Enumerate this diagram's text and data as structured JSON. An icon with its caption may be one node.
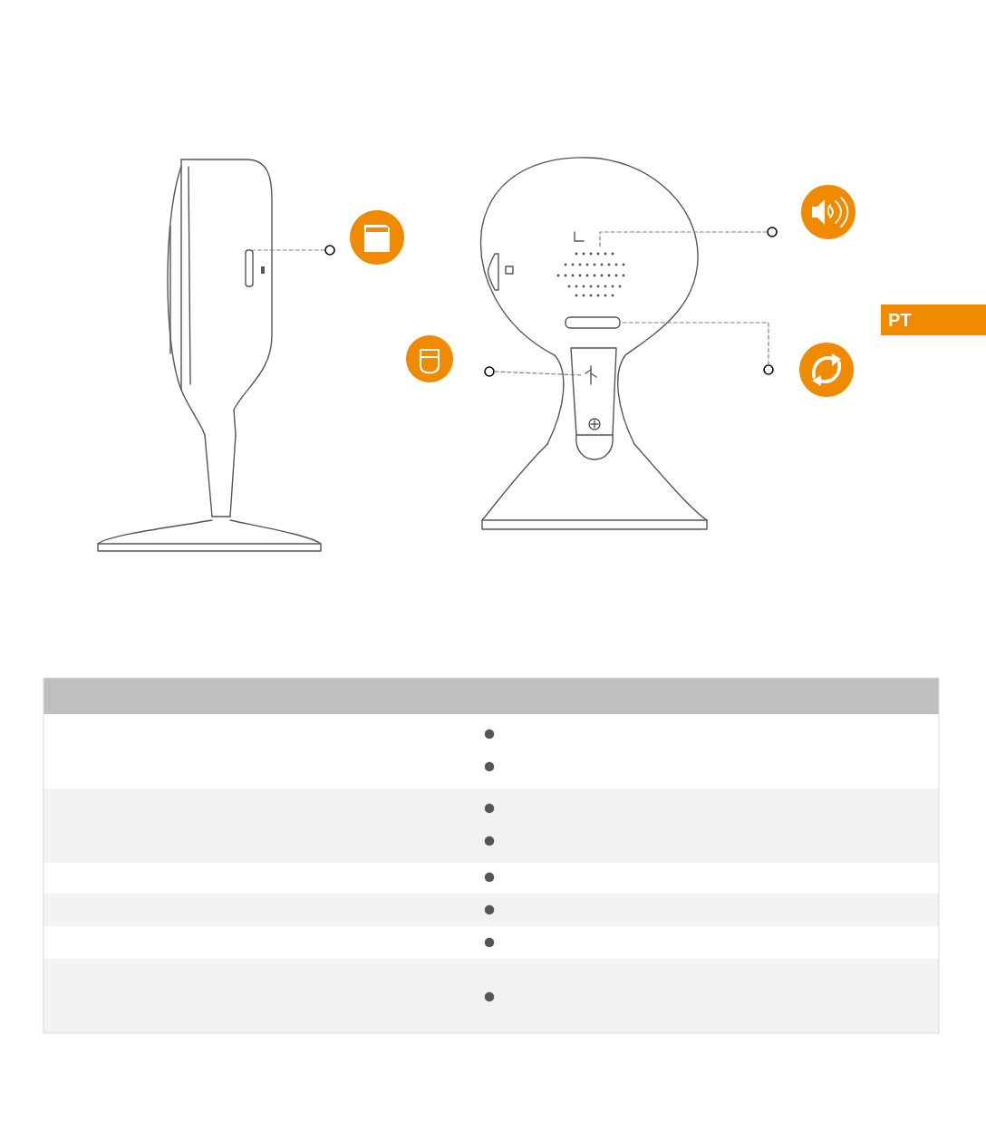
{
  "diagram": {
    "nodes": [
      {
        "text": [],
        "shape": "circle"
      },
      {
        "text": [],
        "shape": "circle"
      },
      {
        "text": [
          "PT"
        ]
      },
      {
        "text": [],
        "shape": "circle"
      },
      {
        "text": [],
        "shape": "circle"
      },
      {
        "text": [],
        "shape": "box"
      },
      {
        "text": [],
        "shape": "grille"
      },
      {
        "text": [],
        "shape": "box"
      },
      {
        "text": [],
        "shape": "symbol"
      }
    ],
    "edges": [
      {
        "from": 0,
        "to": 5,
        "arrow": "none",
        "style": "dashed"
      },
      {
        "from": 1,
        "to": 6,
        "arrow": "none",
        "style": "dashed"
      },
      {
        "from": 3,
        "to": 8,
        "arrow": "none",
        "style": "dashed"
      },
      {
        "from": 4,
        "to": 7,
        "arrow": "none",
        "style": "dashed"
      }
    ]
  }
}
